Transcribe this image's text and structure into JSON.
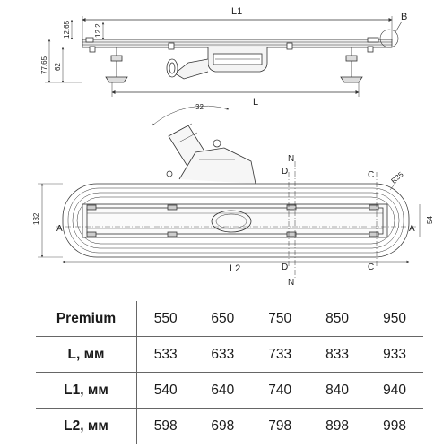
{
  "top_view": {
    "L1": "L1",
    "B": "B",
    "L": "L",
    "h1": "12.65",
    "h2": "12.2",
    "h3": "77.65",
    "h4": "62"
  },
  "plan_view": {
    "angle": "32",
    "N_top": "N",
    "D_top": "D",
    "C_top": "C",
    "radius": "R35",
    "height": "132",
    "A_left": "A",
    "A_right": "A",
    "right_dim": "54",
    "L2": "L2",
    "D_bottom": "D",
    "C_bottom": "C",
    "N_bottom": "N"
  },
  "table": {
    "rows": [
      {
        "label": "Premium",
        "values": [
          "550",
          "650",
          "750",
          "850",
          "950"
        ]
      },
      {
        "label": "L, мм",
        "values": [
          "533",
          "633",
          "733",
          "833",
          "933"
        ]
      },
      {
        "label": "L1, мм",
        "values": [
          "540",
          "640",
          "740",
          "840",
          "940"
        ]
      },
      {
        "label": "L2, мм",
        "values": [
          "598",
          "698",
          "798",
          "898",
          "998"
        ]
      }
    ]
  }
}
